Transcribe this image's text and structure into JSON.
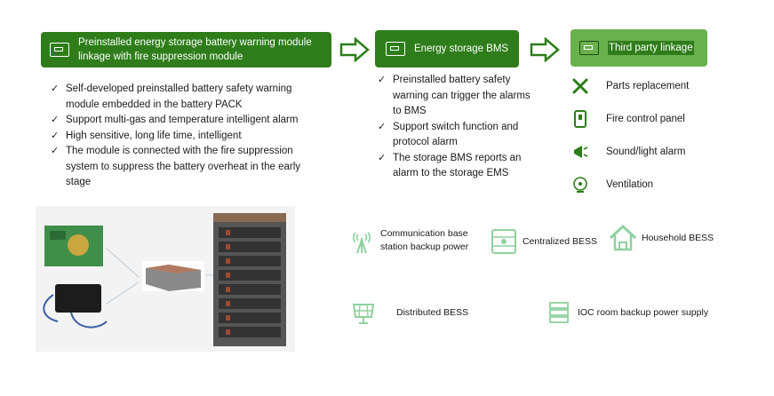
{
  "headers": {
    "warning_module": "Preinstalled energy storage battery warning module linkage with fire suppression module",
    "bms": "Energy storage BMS",
    "third_party": "Third party linkage"
  },
  "warning_features": [
    "Self-developed preinstalled battery safety warning module embedded in the battery PACK",
    "Support multi-gas and temperature intelligent alarm",
    "High sensitive, long life time, intelligent",
    "The module is connected with the fire suppression system to suppress the battery overheat in the early stage"
  ],
  "bms_features": [
    "Preinstalled battery safety warning can trigger the alarms to BMS",
    "Support switch function and protocol alarm",
    "The storage BMS reports an alarm to the storage EMS"
  ],
  "linkage_items": [
    {
      "label": "Parts replacement",
      "icon": "wrench-screwdriver-icon"
    },
    {
      "label": "Fire control panel",
      "icon": "fire-control-panel-icon"
    },
    {
      "label": "Sound/light alarm",
      "icon": "megaphone-icon"
    },
    {
      "label": "Ventilation",
      "icon": "fan-icon"
    }
  ],
  "applications": {
    "comm_base": "Communication base station backup power",
    "centralized": "Centralized BESS",
    "household": "Household BESS",
    "distributed": "Distributed BESS",
    "ioc": "IOC room backup power supply"
  },
  "colors": {
    "header_green": "#2e7d1a",
    "third_party_green": "#6ab04c",
    "icon_green": "#2e7d1a",
    "app_icon_green": "#8fd19e"
  }
}
